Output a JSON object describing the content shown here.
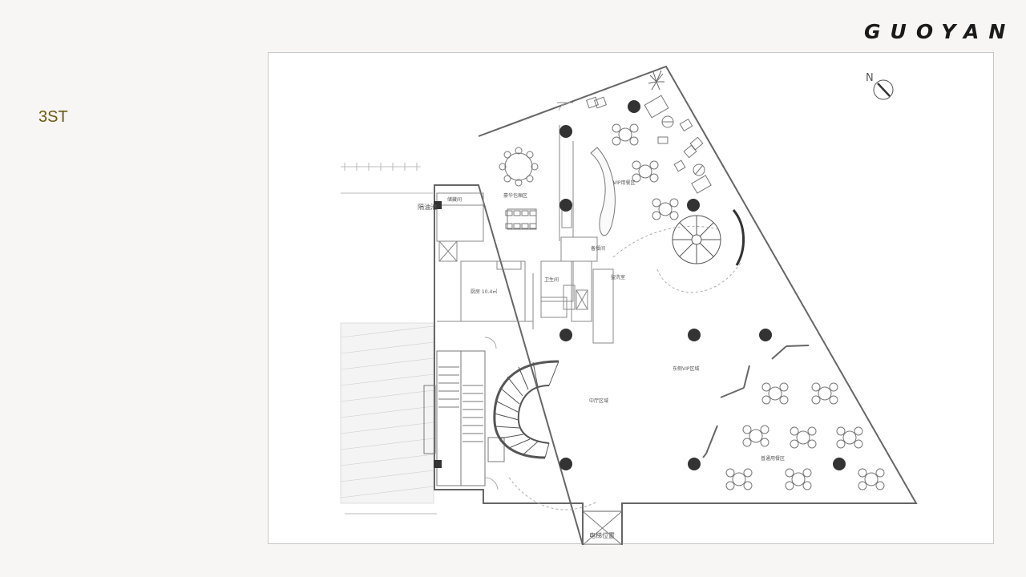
{
  "header": {
    "brand": "GUOYAN"
  },
  "sidebar": {
    "floor_label": "3ST"
  },
  "plan": {
    "compass_label": "N",
    "room_labels": {
      "storage": "储藏间",
      "shaft": "隔油池",
      "vip_room": "豪华包厢区",
      "vip_area": "VIP用餐区",
      "pantry": "备餐间",
      "kitchen_area": "厨房 10.4㎡",
      "toilet": "卫生间",
      "washroom": "盥洗室",
      "lobby": "中厅区域",
      "east_area": "东侧VIP区域",
      "dining_area": "普通用餐区",
      "elevator": "电梯位置"
    }
  }
}
